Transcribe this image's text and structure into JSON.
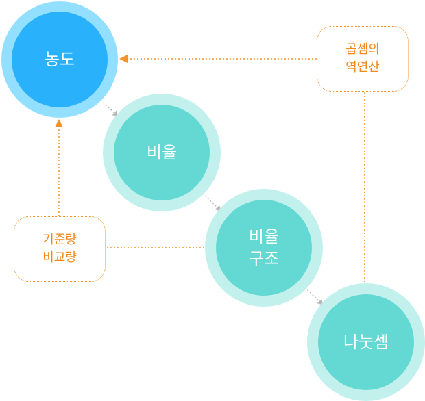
{
  "colors": {
    "primary_outer": "#93dfff",
    "primary_inner": "#29b1fb",
    "secondary_outer": "#c2f1ed",
    "secondary_inner": "#64d9d3",
    "callout_border": "#f2932c",
    "callout_text": "#f08a1e",
    "chain_arrow": "#b8b8b8",
    "guide_line": "#f2932c"
  },
  "nodes": {
    "concentration": "농도",
    "ratio": "비율",
    "ratio_structure": "비율\n구조",
    "division": "나눗셈"
  },
  "callouts": {
    "inverse_of_multiplication": "곱셈의\n역연산",
    "base_and_comparison": "기준량\n비교량"
  }
}
